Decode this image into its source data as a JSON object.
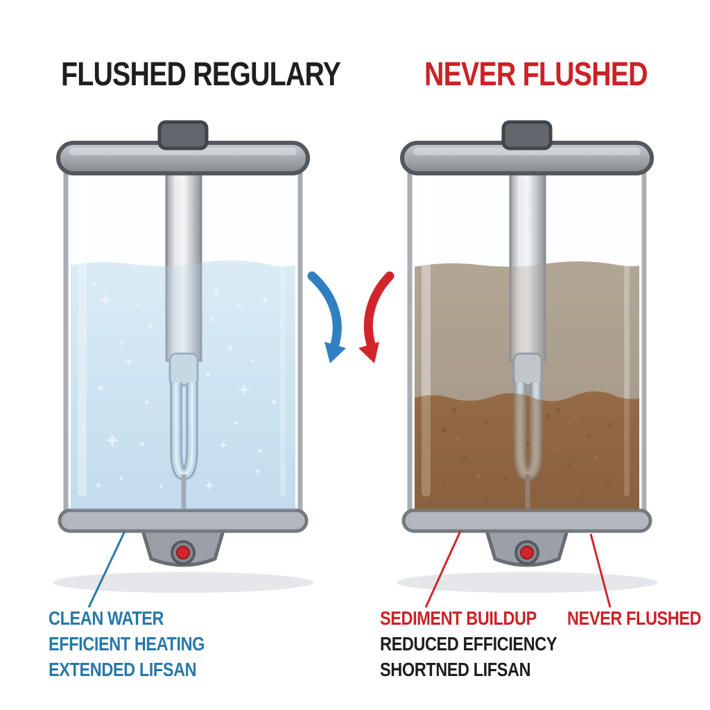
{
  "diagram": {
    "left": {
      "title": "FLUSHED REGULARY",
      "labels": [
        "CLEAN WATER",
        "EFFICIENT HEATING",
        "EXTENDED LIFSAN"
      ]
    },
    "right": {
      "title": "NEVER FLUSHED",
      "sediment_label": "SEDIMENT BUILDUP",
      "labels": [
        "REDUCED EFFICIENCY",
        "SHORTNED LIFSAN"
      ],
      "never_flushed_label": "NEVER FLUSHED"
    },
    "colors": {
      "title_black": "#1f1f21",
      "red": "#cc2127",
      "blue_text": "#2878a8",
      "arrow_blue": "#2f7fc1",
      "arrow_red": "#d2252b",
      "water": "#cfe4f2",
      "murky_water": "#a89c8d",
      "sediment": "#8a5a33",
      "metal_gray": "#9aa0a6",
      "valve_red": "#d2252b"
    }
  }
}
